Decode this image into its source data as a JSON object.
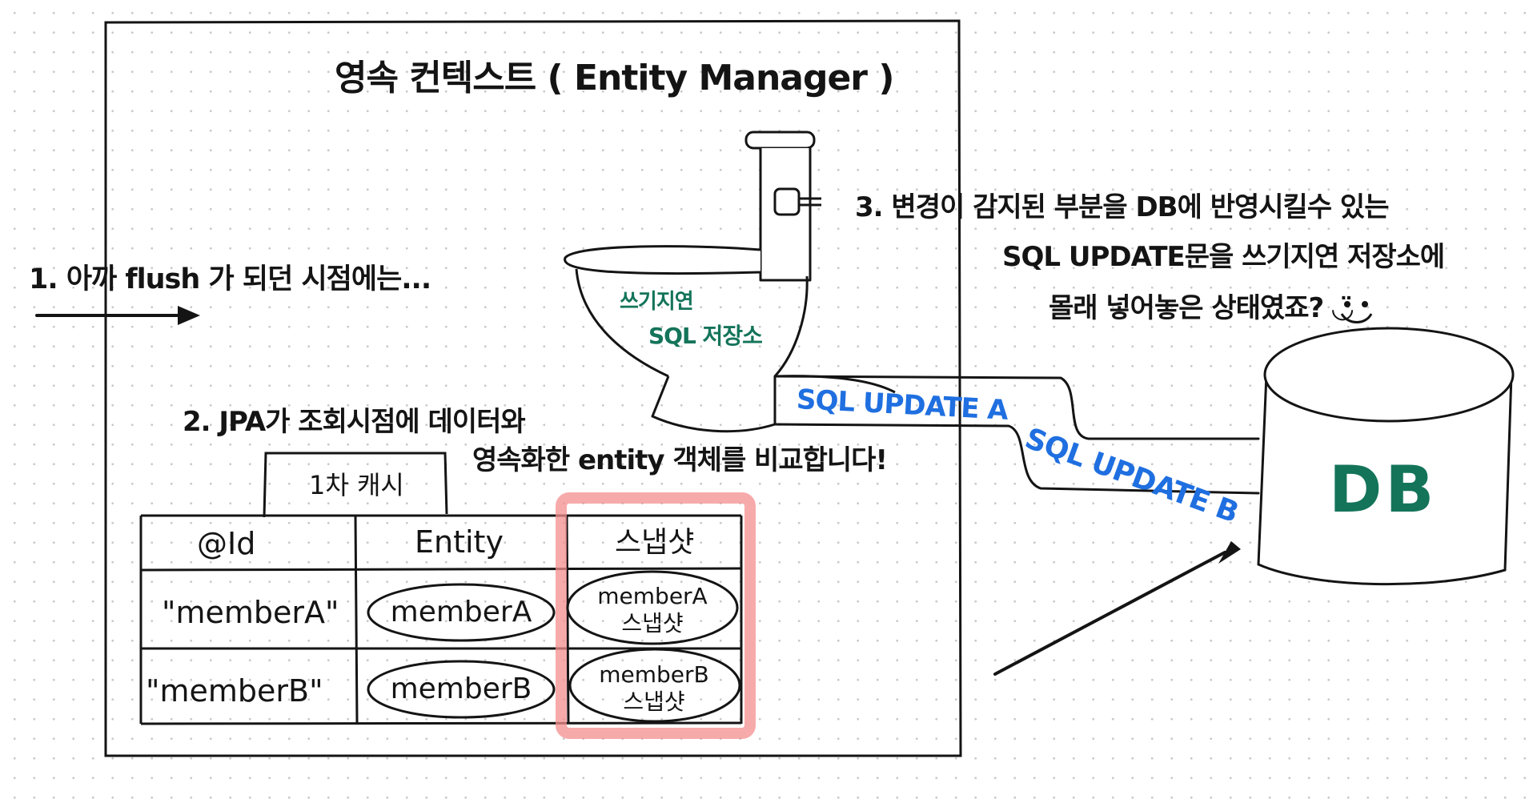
{
  "title": "영속 컨텍스트 ( Entity Manager )",
  "step1": "1. 아까 flush 가 되던 시점에는...",
  "step2_line1": "2. JPA가 조회시점에 데이터와",
  "step2_line2": "영속화한 entity 객체를 비교합니다!",
  "step3_line1": "3. 변경이 감지된 부분을 DB에 반영시킬수 있는",
  "step3_line2": "SQL UPDATE문을  쓰기지연 저장소에",
  "step3_line3": "몰래 넣어놓은 상태였죠? ◡̈",
  "toilet_label_line1": "쓰기지연",
  "toilet_label_line2": "SQL 저장소",
  "pipe_update_a": "SQL UPDATE A",
  "pipe_update_b": "SQL UPDATE B",
  "db_label": "DB",
  "cache_title": "1차 캐시",
  "table": {
    "headers": [
      "@Id",
      "Entity",
      "스냅샷"
    ],
    "rows": [
      {
        "id": "\"memberA\"",
        "entity": "memberA",
        "snapshot_line1": "memberA",
        "snapshot_line2": "스냅샷"
      },
      {
        "id": "\"memberB\"",
        "entity": "memberB",
        "snapshot_line1": "memberB",
        "snapshot_line2": "스냅샷"
      }
    ]
  },
  "colors": {
    "ink": "#141414",
    "green": "#14745a",
    "blue": "#1f6fe0",
    "highlight": "#f48e8e"
  }
}
